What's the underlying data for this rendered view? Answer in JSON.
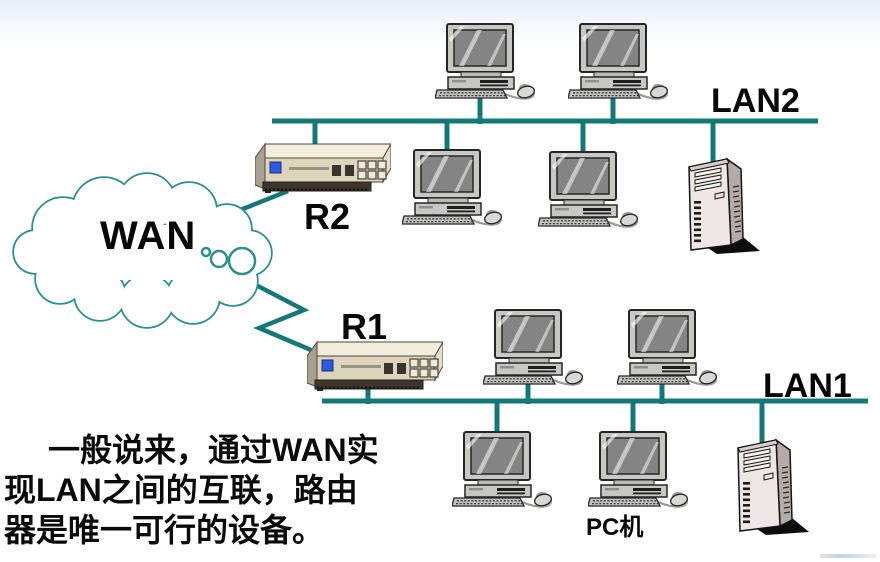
{
  "labels": {
    "wan": "WAN",
    "lan2": "LAN2",
    "lan1": "LAN1",
    "router_r2": "R2",
    "router_r1": "R1",
    "pc": "PC机"
  },
  "caption": {
    "line1": "一般说来，通过WAN实",
    "line2": "现LAN之间的互联，路由",
    "line3": "器是唯一可行的设备。",
    "full_text": "一般说来，通过WAN实现LAN之间的互联，路由器是唯一可行的设备。"
  },
  "diagram": {
    "type": "network-topology",
    "wan_cloud": {
      "label": "WAN",
      "connected_routers": [
        "R2",
        "R1"
      ]
    },
    "segments": [
      {
        "name": "LAN2",
        "router": "R2",
        "computers_above_bus": 2,
        "computers_below_bus": 2,
        "servers": 1
      },
      {
        "name": "LAN1",
        "router": "R1",
        "computers_above_bus": 2,
        "computers_below_bus": 2,
        "servers": 1
      }
    ],
    "icons": [
      "wan-cloud-icon",
      "router-icon",
      "desktop-computer-icon",
      "server-tower-icon"
    ]
  },
  "colors": {
    "bus_line": "#147878",
    "cloud_outline": "#2e8f8f",
    "text": "#070707",
    "background_top": "#e7edf7",
    "router_body": "#dcd5bc",
    "router_led": "#2e59e8"
  }
}
